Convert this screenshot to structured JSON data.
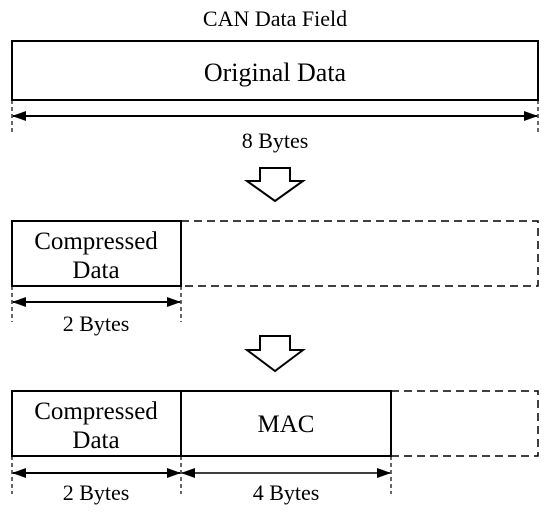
{
  "title": "CAN Data Field",
  "stage1": {
    "box_label": "Original Data",
    "dimension_label": "8 Bytes"
  },
  "stage2": {
    "box_label_line1": "Compressed",
    "box_label_line2": "Data",
    "dimension_label": "2 Bytes"
  },
  "stage3": {
    "compressed_label_line1": "Compressed",
    "compressed_label_line2": "Data",
    "mac_label": "MAC",
    "compressed_dimension_label": "2 Bytes",
    "mac_dimension_label": "4 Bytes"
  }
}
